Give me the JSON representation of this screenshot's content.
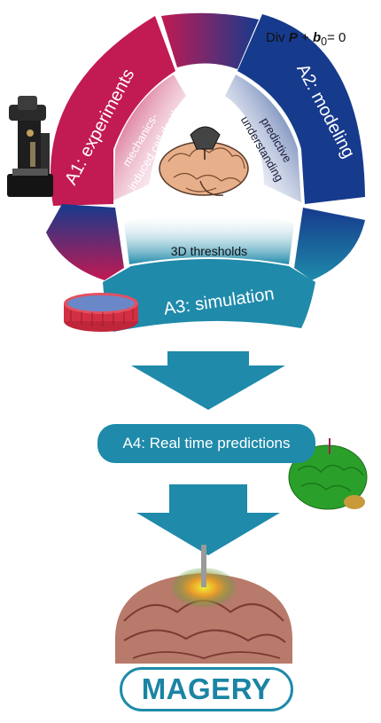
{
  "modules": {
    "a1": {
      "label": "A1: experiments",
      "sublabel_line1": "mechanics-",
      "sublabel_line2": "induced cell death"
    },
    "a2": {
      "label": "A2: modeling",
      "sublabel_line1": "predictive",
      "sublabel_line2": "understanding"
    },
    "a3": {
      "label": "A3: simulation",
      "sublabel": "3D thresholds"
    },
    "a4": {
      "label": "A4: Real time predictions"
    }
  },
  "equation": {
    "prefix": "Div ",
    "P": "P",
    "plus": " + ",
    "b": "b",
    "sub": "0",
    "suffix": "= 0"
  },
  "brand": "MAGERY",
  "colors": {
    "a1": "#c21a52",
    "a2": "#163a8c",
    "a3": "#1f8aaa",
    "connector_mix": "#7b2770",
    "brain": "#e7b08a",
    "sim_model": "#1f8aaa",
    "brain_green": "#2aa02a"
  },
  "icons": [
    "microscope-instrument-icon",
    "brain-with-indenter-icon",
    "simulation-cylinder-icon",
    "green-brain-model-icon",
    "brain-surgery-photo-icon"
  ]
}
